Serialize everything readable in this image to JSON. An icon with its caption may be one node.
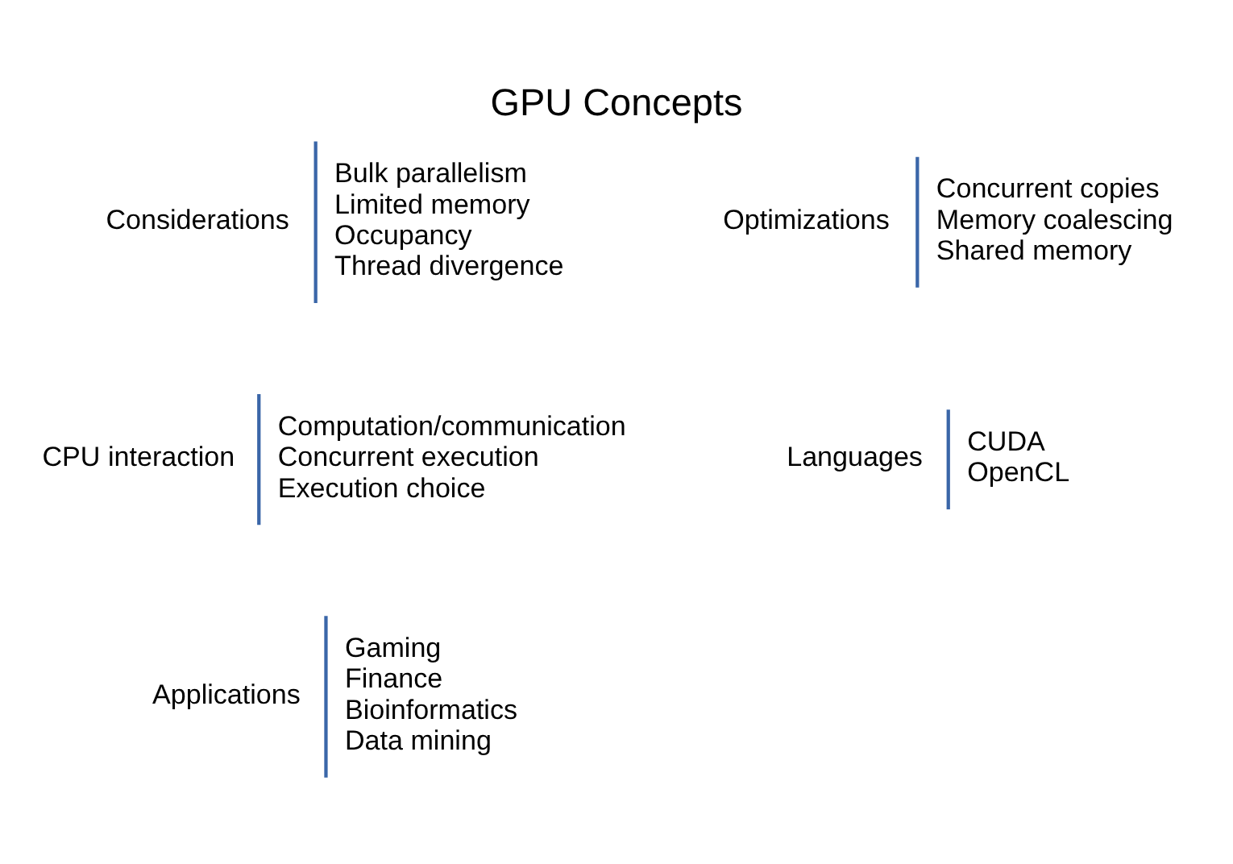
{
  "diagram": {
    "title": "GPU Concepts",
    "nodes": [
      {
        "text": [
          "Considerations",
          "Bulk parallelism",
          "Limited memory",
          "Occupancy",
          "Thread divergence"
        ]
      },
      {
        "text": [
          "Optimizations",
          "Concurrent copies",
          "Memory coalescing",
          "Shared memory"
        ]
      },
      {
        "text": [
          "CPU interaction",
          "Computation/communication",
          "Concurrent execution",
          "Execution choice"
        ]
      },
      {
        "text": [
          "Languages",
          "CUDA",
          "OpenCL"
        ]
      },
      {
        "text": [
          "Applications",
          "Gaming",
          "Finance",
          "Bioinformatics",
          "Data mining"
        ]
      }
    ],
    "edges": []
  }
}
